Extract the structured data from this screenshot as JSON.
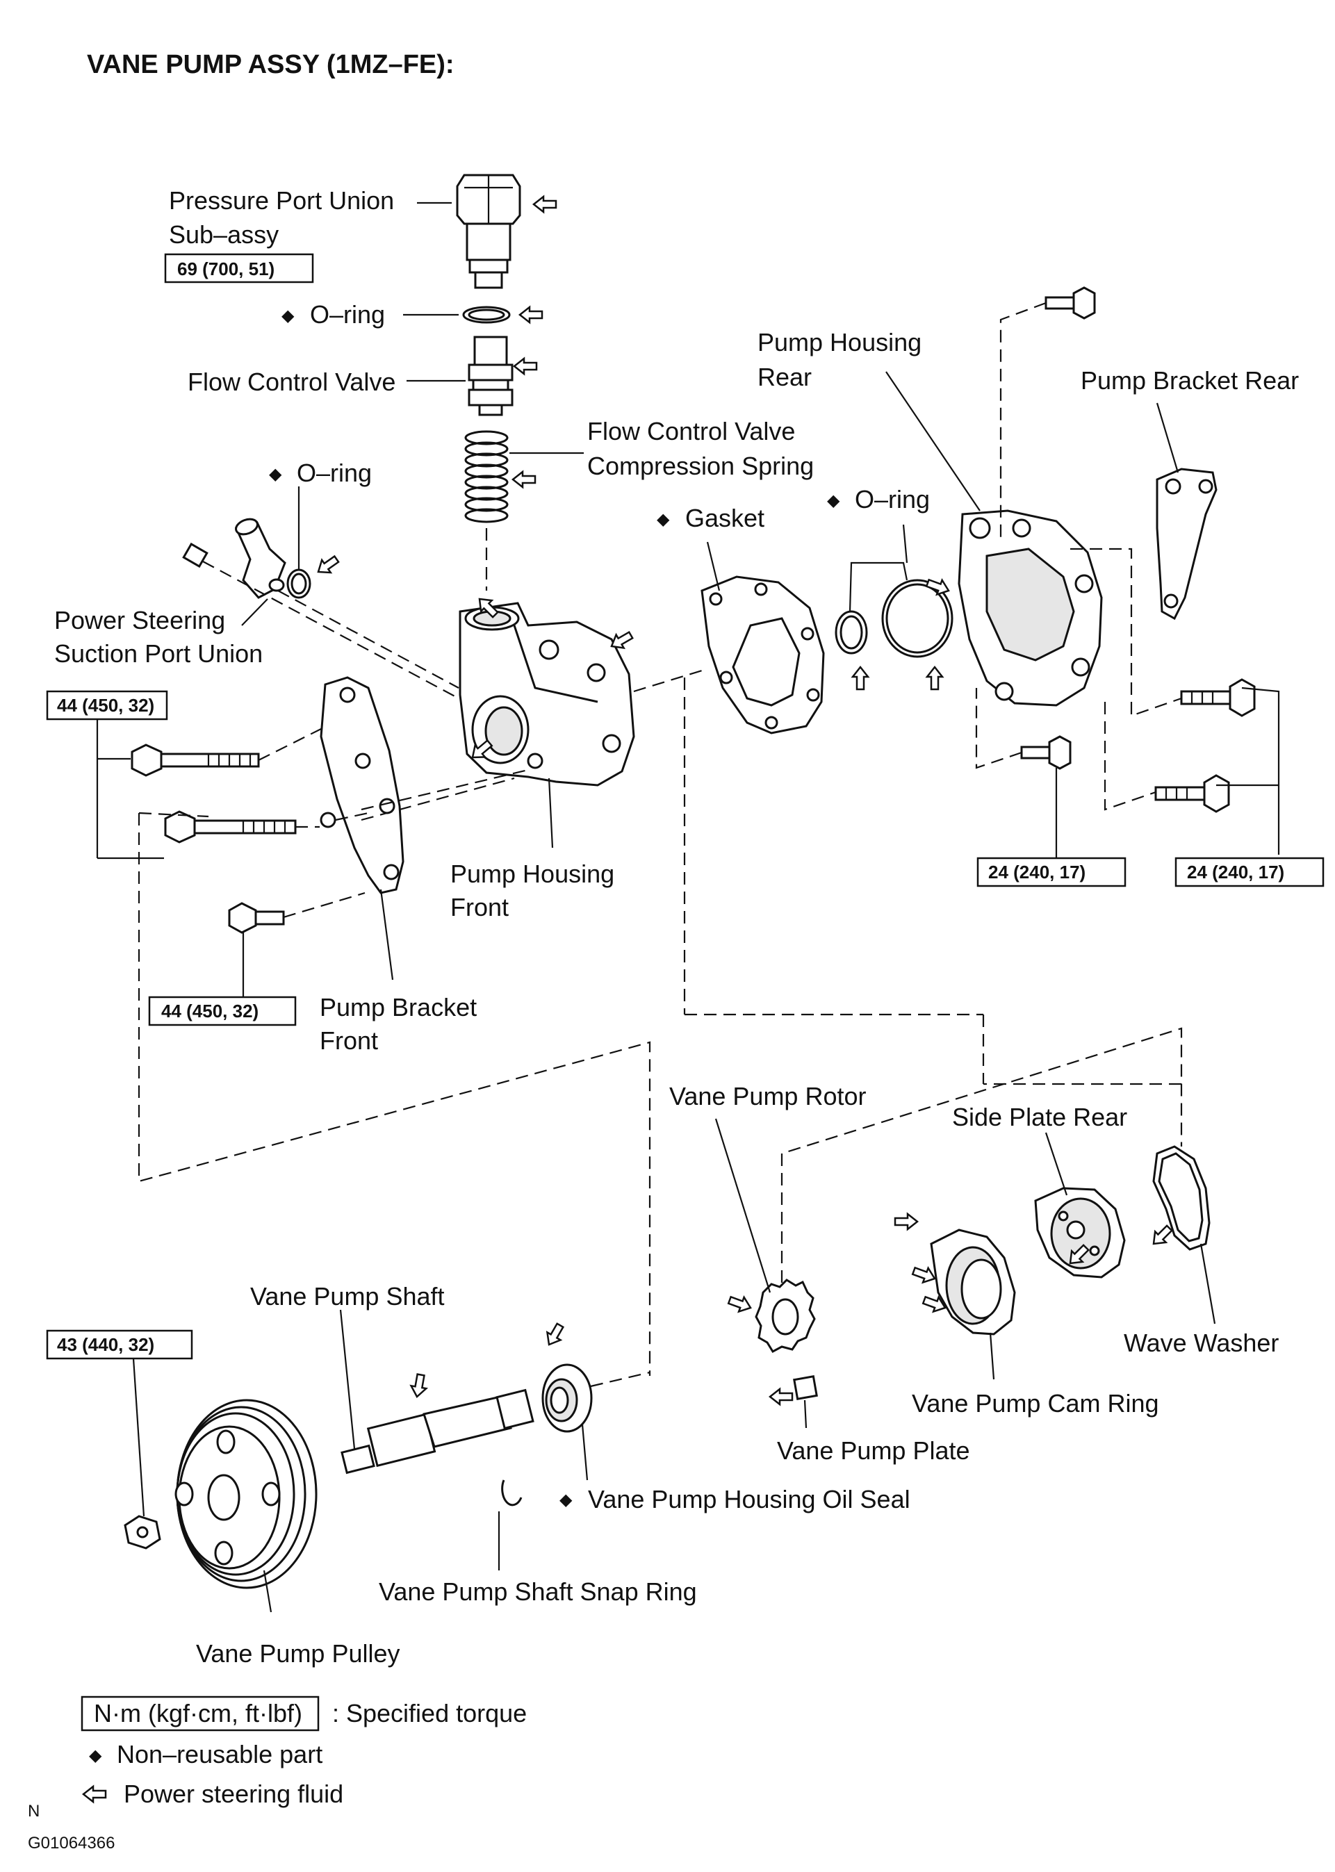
{
  "title": "VANE PUMP ASSY (1MZ–FE):",
  "labels": {
    "pressure_port_1": "Pressure Port Union",
    "pressure_port_2": "Sub–assy",
    "oring_top": "O–ring",
    "flow_control_valve": "Flow Control Valve",
    "spring_1": "Flow  Control  Valve",
    "spring_2": "Compression Spring",
    "oring_left": "O–ring",
    "suction_1": "Power Steering",
    "suction_2": "Suction Port Union",
    "gasket": "Gasket",
    "oring_right": "O–ring",
    "housing_rear_1": "Pump Housing",
    "housing_rear_2": "Rear",
    "bracket_rear": "Pump Bracket Rear",
    "housing_front_1": "Pump Housing",
    "housing_front_2": "Front",
    "bracket_front_1": "Pump Bracket",
    "bracket_front_2": "Front",
    "rotor": "Vane Pump Rotor",
    "side_plate": "Side Plate Rear",
    "wave_washer": "Wave Washer",
    "cam_ring": "Vane Pump Cam Ring",
    "plate": "Vane Pump Plate",
    "shaft": "Vane Pump Shaft",
    "oil_seal": "Vane Pump Housing Oil Seal",
    "snap_ring": "Vane Pump Shaft Snap Ring",
    "pulley": "Vane Pump Pulley"
  },
  "torque": {
    "pressure_port": "69 (700, 51)",
    "bolt_upper_left": "44 (450, 32)",
    "bolt_lower_left": "44 (450, 32)",
    "rear_mid": "24 (240, 17)",
    "rear_right": "24 (240, 17)",
    "pulley_nut": "43 (440, 32)"
  },
  "legend": {
    "torque_units": "N·m (kgf·cm, ft·lbf)",
    "torque_text": ": Specified torque",
    "non_reusable": "Non–reusable part",
    "fluid": "Power steering fluid"
  },
  "footer": {
    "mark": "N",
    "code": "G01064366"
  },
  "symbols": {
    "diamond": "◆",
    "fluid_arrow": "⇦"
  }
}
